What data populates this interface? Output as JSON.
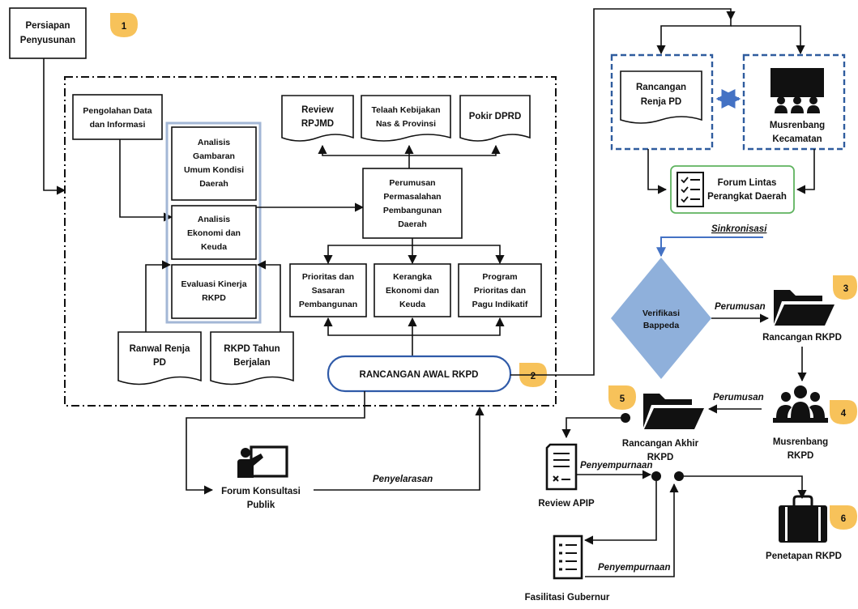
{
  "persiapan": [
    "Persiapan",
    "Penyusunan"
  ],
  "steps": {
    "s1": "1",
    "s2": "2",
    "s3": "3",
    "s4": "4",
    "s5": "5",
    "s6": "6"
  },
  "pengolahan": [
    "Pengolahan Data",
    "dan Informasi"
  ],
  "analisis_gambaran": [
    "Analisis",
    "Gambaran",
    "Umum Kondisi",
    "Daerah"
  ],
  "analisis_ekonomi": [
    "Analisis",
    "Ekonomi dan",
    "Keuda"
  ],
  "evaluasi": [
    "Evaluasi Kinerja",
    "RKPD"
  ],
  "review_rpjmd": [
    "Review",
    "RPJMD"
  ],
  "telaah": [
    "Telaah Kebijakan",
    "Nas & Provinsi"
  ],
  "pokir": [
    "Pokir DPRD"
  ],
  "perumusan_masalah": [
    "Perumusan",
    "Permasalahan",
    "Pembangunan",
    "Daerah"
  ],
  "prioritas_sasaran": [
    "Prioritas dan",
    "Sasaran",
    "Pembangunan"
  ],
  "kerangka": [
    "Kerangka",
    "Ekonomi dan",
    "Keuda"
  ],
  "program": [
    "Program",
    "Prioritas dan",
    "Pagu Indikatif"
  ],
  "ranwal_renja": [
    "Ranwal Renja",
    "PD"
  ],
  "rkpd_berjalan": [
    "RKPD Tahun",
    "Berjalan"
  ],
  "rancangan_awal": "RANCANGAN AWAL RKPD",
  "forum_konsultasi": [
    "Forum Konsultasi",
    "Publik"
  ],
  "penyelarasan": "Penyelarasan",
  "rancangan_renja": [
    "Rancangan",
    "Renja PD"
  ],
  "musrenbang_kec": [
    "Musrenbang",
    "Kecamatan"
  ],
  "forum_lintas": [
    "Forum Lintas",
    "Perangkat Daerah"
  ],
  "sinkronisasi": "Sinkronisasi",
  "verifikasi": [
    "Verifikasi",
    "Bappeda"
  ],
  "perumusan_1": "Perumusan",
  "rancangan_rkpd": "Rancangan RKPD",
  "musrenbang_rkpd": [
    "Musrenbang",
    "RKPD"
  ],
  "perumusan_2": "Perumusan",
  "rancangan_akhir": [
    "Rancangan Akhir",
    "RKPD"
  ],
  "review_apip": "Review APIP",
  "penyempurnaan_1": "Penyempurnaan",
  "penyempurnaan_2": "Penyempurnaan",
  "fasilitasi": "Fasilitasi Gubernur",
  "penetapan": "Penetapan  RKPD",
  "colors": {
    "badge": "#f7c25a",
    "dashed_blue": "#2f5c9e",
    "diamond": "#8fb0db",
    "oval_stroke": "#2f5aa8",
    "forum_green": "#5fb35f",
    "group_blue": "#a3b7d6",
    "link_blue": "#4472c4"
  }
}
